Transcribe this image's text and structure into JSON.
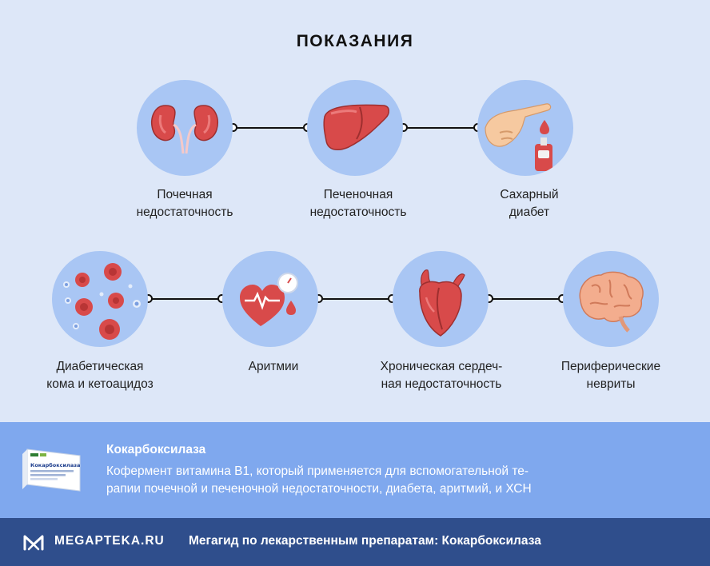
{
  "header": {
    "title": "ПОКАЗАНИЯ"
  },
  "indications": [
    {
      "label_line1": "Почечная",
      "label_line2": "недостаточность",
      "icon": "kidneys-icon"
    },
    {
      "label_line1": "Печеночная",
      "label_line2": "недостаточность",
      "icon": "liver-icon"
    },
    {
      "label_line1": "Сахарный",
      "label_line2": "диабет",
      "icon": "glucose-test-icon"
    },
    {
      "label_line1": "Диабетическая",
      "label_line2": "кома и кетоацидоз",
      "icon": "blood-cells-icon"
    },
    {
      "label_line1": "Аритмии",
      "label_line2": "",
      "icon": "heart-rate-icon"
    },
    {
      "label_line1": "Хроническая сердеч-",
      "label_line2": "ная недостаточность",
      "icon": "heart-icon"
    },
    {
      "label_line1": "Периферические",
      "label_line2": "невриты",
      "icon": "brain-icon"
    }
  ],
  "drug": {
    "name": "Кокарбоксилаза",
    "desc_line1": "Кофермент витамина B1, который применяется для вспомогательной те-",
    "desc_line2": "рапии почечной и печеночной недостаточности, диабета, аритмий, и ХСН",
    "pack_label": "Кокарбоксилаза"
  },
  "footer": {
    "brand": "MEGAPTEKA.RU",
    "tagline": "Мегагид по лекарственным препаратам: Кокарбоксилаза"
  },
  "colors": {
    "background": "#dde7f8",
    "circle": "#a9c6f4",
    "organ_red": "#d84a4a",
    "info_band": "#7fa8ee",
    "footer_band": "#2f4e8c"
  }
}
